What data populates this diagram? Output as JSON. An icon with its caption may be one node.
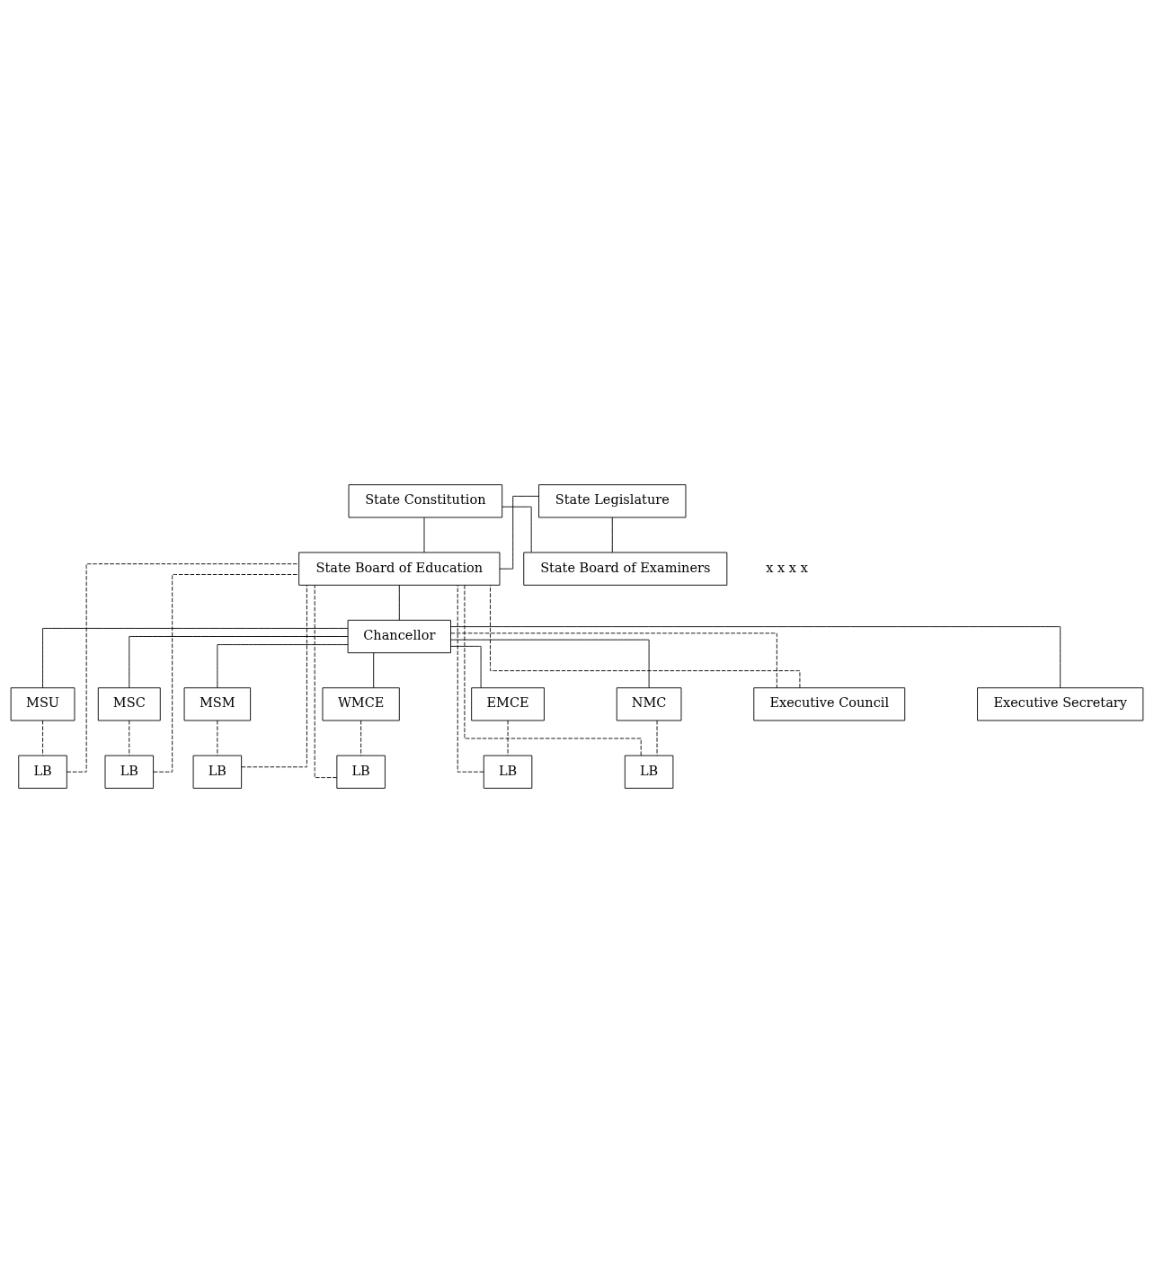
{
  "diagram": {
    "nodes": [
      {
        "text": [
          "State Constitution"
        ]
      },
      {
        "text": [
          "State Legislature"
        ]
      },
      {
        "text": [
          "State Board of Education"
        ]
      },
      {
        "text": [
          "State Board of Examiners"
        ]
      },
      {
        "text": [
          "Chancellor"
        ]
      },
      {
        "text": [
          "Executive Council"
        ]
      },
      {
        "text": [
          "Executive Secretary"
        ]
      },
      {
        "text": [
          "MSU"
        ]
      },
      {
        "text": [
          "MSC"
        ]
      },
      {
        "text": [
          "MSM"
        ]
      },
      {
        "text": [
          "WMCE"
        ]
      },
      {
        "text": [
          "EMCE"
        ]
      },
      {
        "text": [
          "NMC"
        ]
      },
      {
        "text": [
          "LB"
        ]
      },
      {
        "text": [
          "LB"
        ]
      },
      {
        "text": [
          "LB"
        ]
      },
      {
        "text": [
          "LB"
        ]
      },
      {
        "text": [
          "LB"
        ]
      },
      {
        "text": [
          "LB"
        ]
      }
    ],
    "edges": [
      {
        "from": 0,
        "to": 2,
        "arrow": "none"
      },
      {
        "from": 1,
        "to": 2,
        "arrow": "none"
      },
      {
        "from": 0,
        "to": 3,
        "arrow": "none"
      },
      {
        "from": 1,
        "to": 3,
        "arrow": "none"
      },
      {
        "from": 2,
        "to": 4,
        "arrow": "none"
      },
      {
        "from": 4,
        "to": 5,
        "arrow": "none",
        "style": "dashed"
      },
      {
        "from": 4,
        "to": 6,
        "arrow": "none"
      },
      {
        "from": 4,
        "to": 7,
        "arrow": "none"
      },
      {
        "from": 4,
        "to": 8,
        "arrow": "none"
      },
      {
        "from": 4,
        "to": 9,
        "arrow": "none"
      },
      {
        "from": 4,
        "to": 10,
        "arrow": "none"
      },
      {
        "from": 4,
        "to": 11,
        "arrow": "none"
      },
      {
        "from": 4,
        "to": 12,
        "arrow": "none"
      },
      {
        "from": 7,
        "to": 13,
        "arrow": "none",
        "style": "dashed"
      },
      {
        "from": 8,
        "to": 14,
        "arrow": "none",
        "style": "dashed"
      },
      {
        "from": 9,
        "to": 15,
        "arrow": "none",
        "style": "dashed"
      },
      {
        "from": 10,
        "to": 16,
        "arrow": "none",
        "style": "dashed"
      },
      {
        "from": 11,
        "to": 17,
        "arrow": "none",
        "style": "dashed"
      },
      {
        "from": 12,
        "to": 18,
        "arrow": "none",
        "style": "dashed"
      },
      {
        "from": 5,
        "to": 2,
        "arrow": "none",
        "style": "dashed"
      },
      {
        "from": 13,
        "to": 2,
        "arrow": "none",
        "style": "dashed"
      },
      {
        "from": 14,
        "to": 2,
        "arrow": "none",
        "style": "dashed"
      },
      {
        "from": 15,
        "to": 2,
        "arrow": "none",
        "style": "dashed"
      },
      {
        "from": 16,
        "to": 2,
        "arrow": "none",
        "style": "dashed"
      },
      {
        "from": 17,
        "to": 2,
        "arrow": "none",
        "style": "dashed"
      },
      {
        "from": 18,
        "to": 2,
        "arrow": "none",
        "style": "dashed"
      }
    ],
    "labels": [
      "x x x x"
    ]
  }
}
